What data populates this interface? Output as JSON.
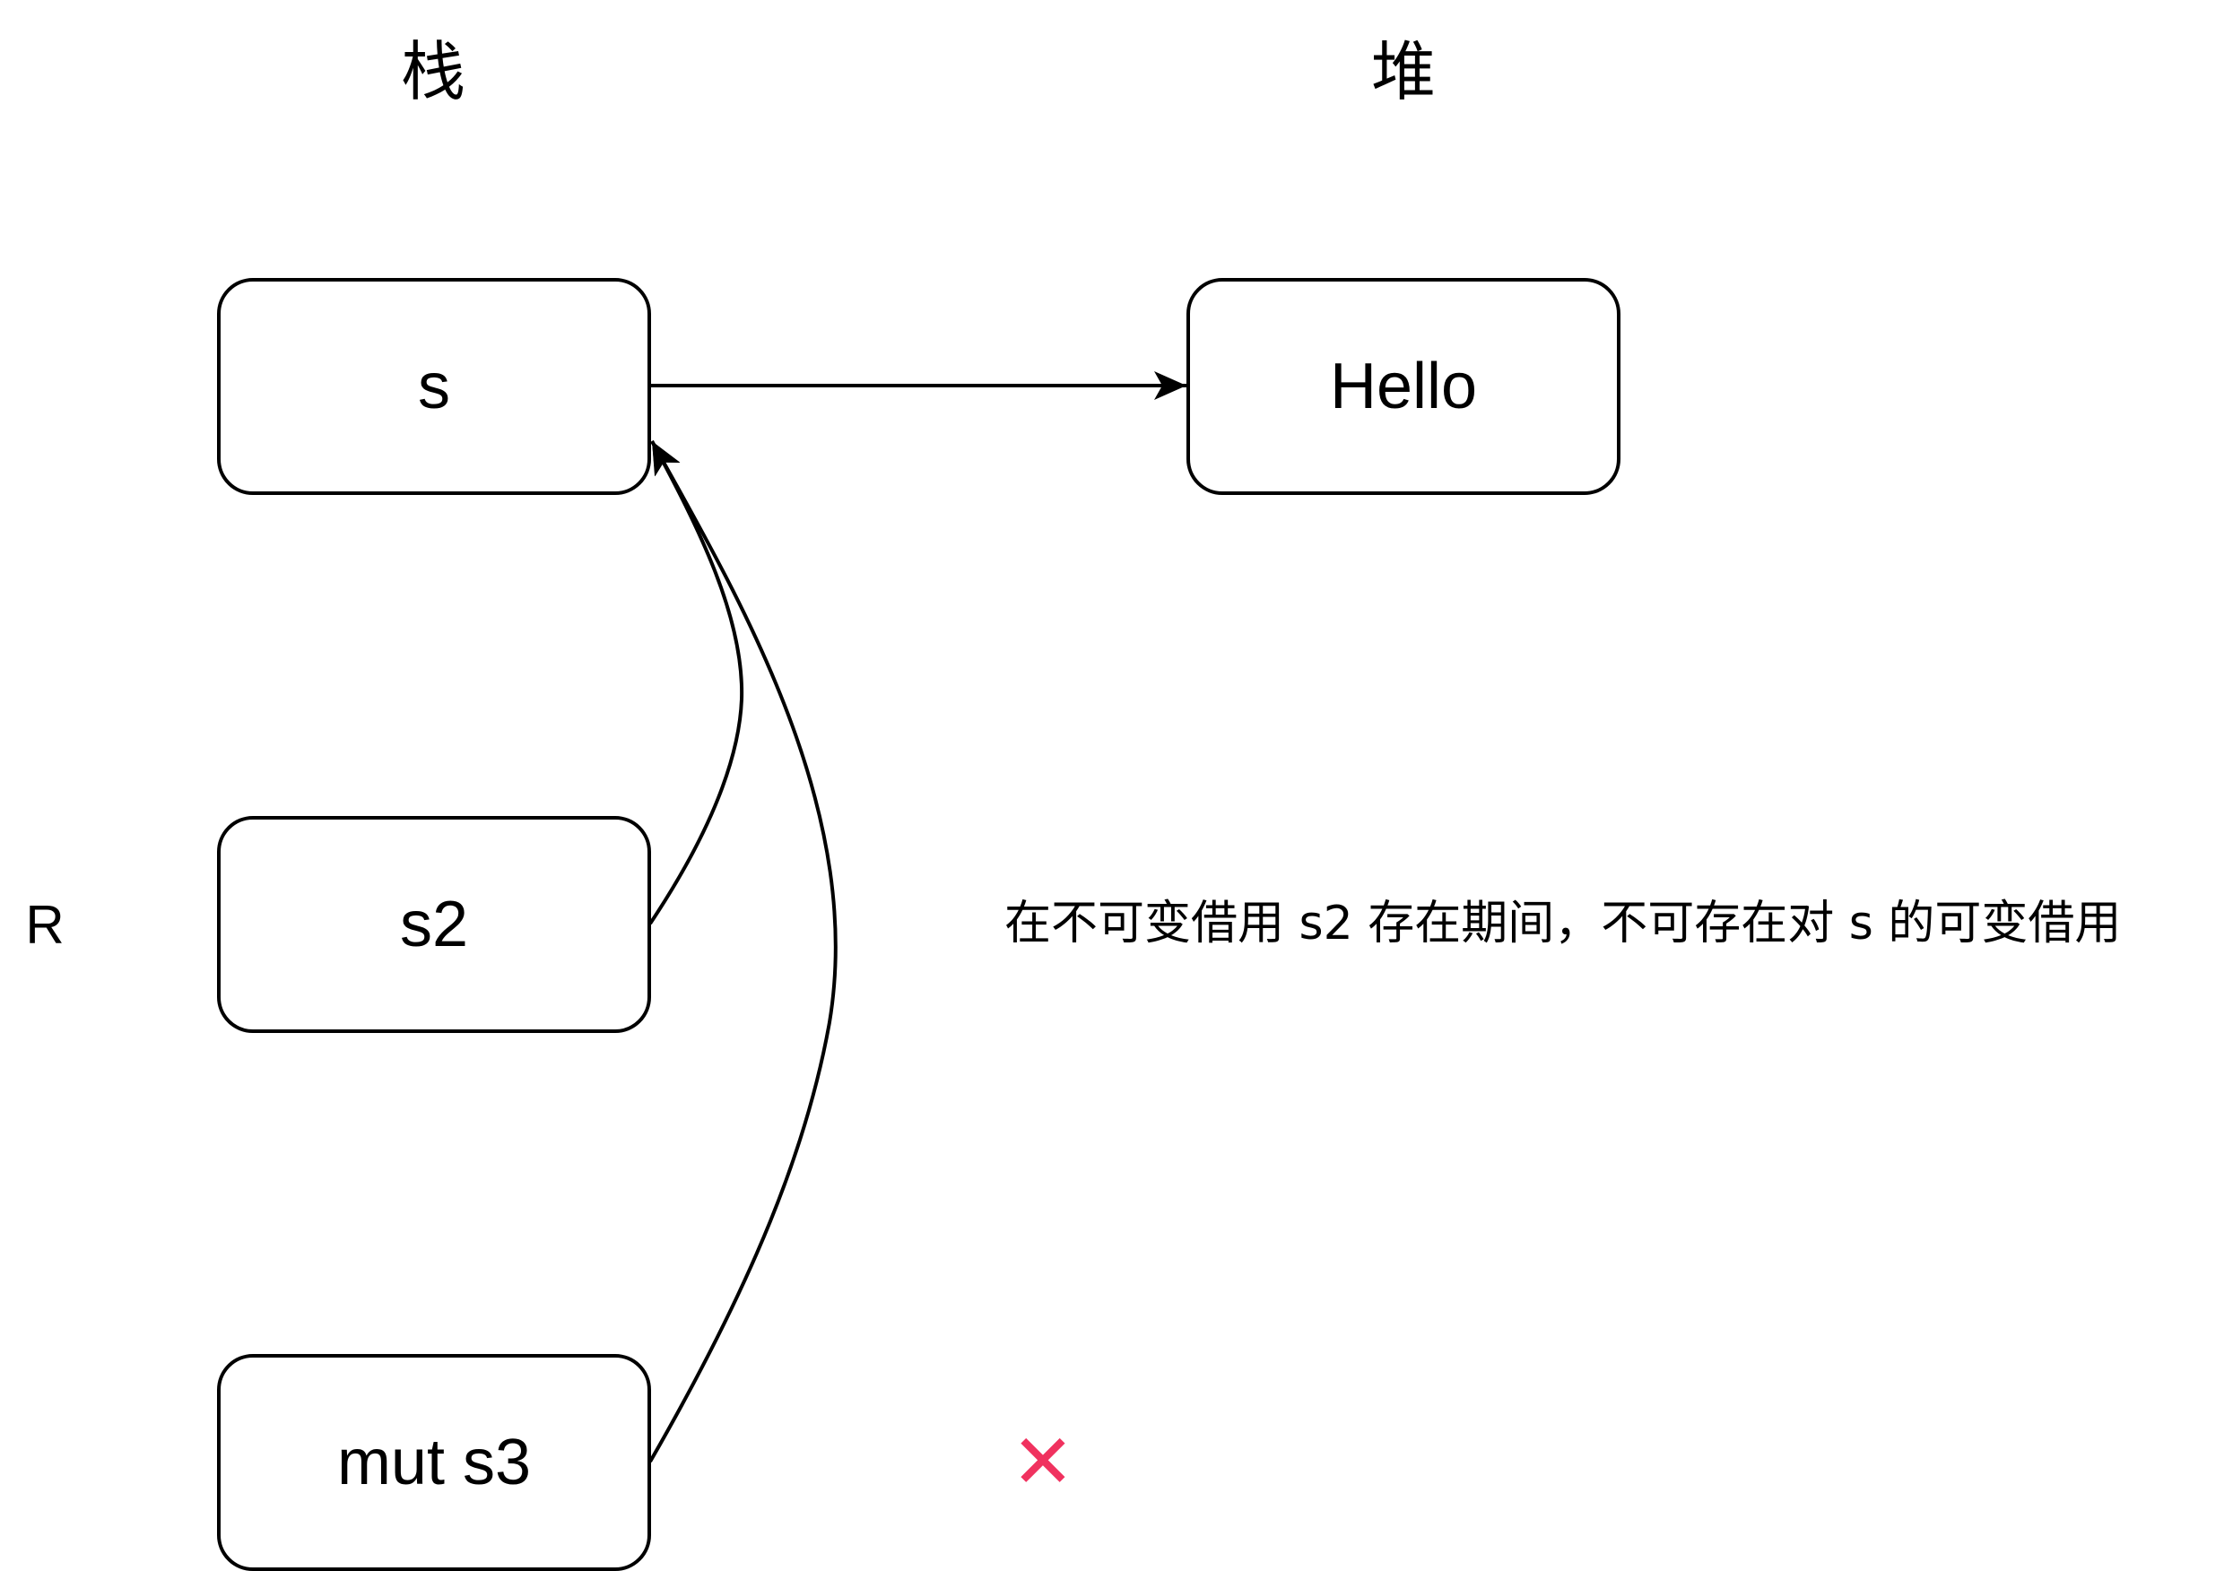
{
  "headers": {
    "stack": "栈",
    "heap": "堆"
  },
  "nodes": {
    "s": "s",
    "hello": "Hello",
    "s2": "s2",
    "mut_s3": "mut s3"
  },
  "side_label": "R",
  "note": "在不可变借用 s2 存在期间，不可存在对 s 的可变借用",
  "invalid_mark": "✕",
  "colors": {
    "stroke": "#000000",
    "invalid_mark": "#f0325f"
  }
}
